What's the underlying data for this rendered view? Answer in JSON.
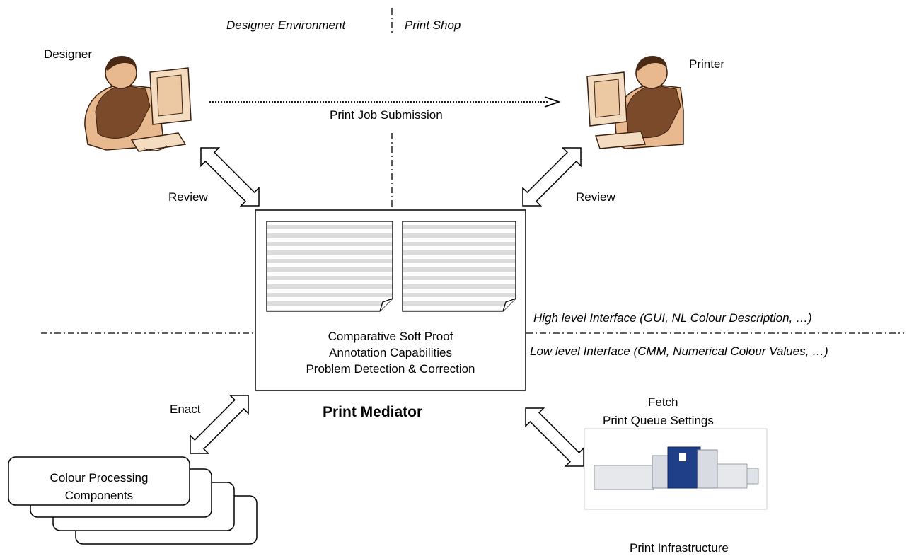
{
  "labels": {
    "designer_env": "Designer Environment",
    "print_shop": "Print Shop",
    "designer": "Designer",
    "printer": "Printer",
    "print_job_submission": "Print Job Submission",
    "review_left": "Review",
    "review_right": "Review",
    "high_level": "High level Interface (GUI, NL Colour Description, …)",
    "low_level": "Low level Interface (CMM, Numerical Colour Values, …)",
    "enact": "Enact",
    "fetch": "Fetch",
    "print_queue_settings": "Print Queue Settings",
    "print_mediator": "Print Mediator",
    "print_infrastructure": "Print Infrastructure"
  },
  "mediator": {
    "features": [
      "Comparative Soft Proof",
      "Annotation Capabilities",
      "Problem Detection & Correction"
    ]
  },
  "components": {
    "lines": [
      "Colour Processing",
      "Components"
    ]
  },
  "icons": [
    "designer-person-icon",
    "printer-person-icon",
    "print-machine-icon",
    "document-page-icon"
  ],
  "colors": {
    "skin": "#e8b98f",
    "suit": "#7a4a2a",
    "machine_blue": "#1f3f88",
    "page_stripe": "#dcdcdc"
  }
}
